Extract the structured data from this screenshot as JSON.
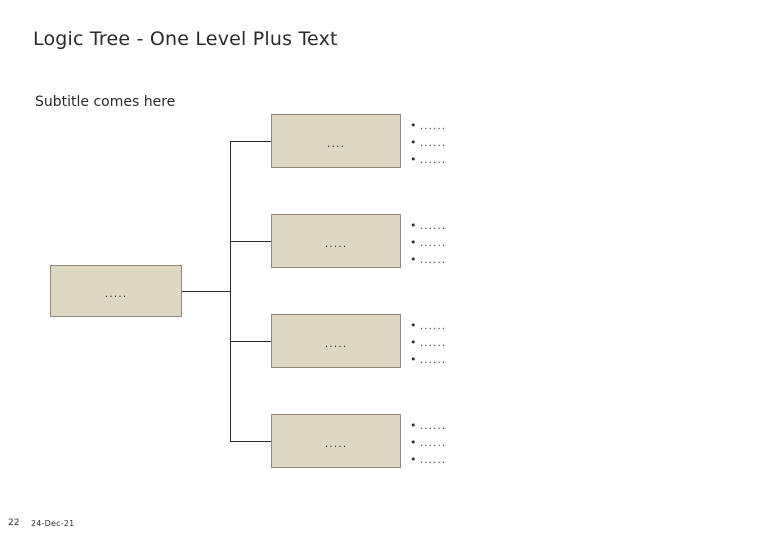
{
  "slide": {
    "title": "Logic Tree - One Level Plus Text",
    "subtitle": "Subtitle comes here",
    "page_number": "22",
    "date": "24-Dec-21",
    "colors": {
      "box_fill": "#ded8c3",
      "box_border": "#8e8a78",
      "line": "#2b2b2b",
      "text": "#2a2a2a"
    }
  },
  "diagram": {
    "type": "logic-tree",
    "root": {
      "label": "....."
    },
    "children": [
      {
        "label": "....",
        "bullets": [
          "......",
          "......",
          "......"
        ]
      },
      {
        "label": ".....",
        "bullets": [
          "......",
          "......",
          "......"
        ]
      },
      {
        "label": ".....",
        "bullets": [
          "......",
          "......",
          "......"
        ]
      },
      {
        "label": ".....",
        "bullets": [
          "......",
          "......",
          "......"
        ]
      }
    ],
    "bullet_glyph": "•"
  }
}
